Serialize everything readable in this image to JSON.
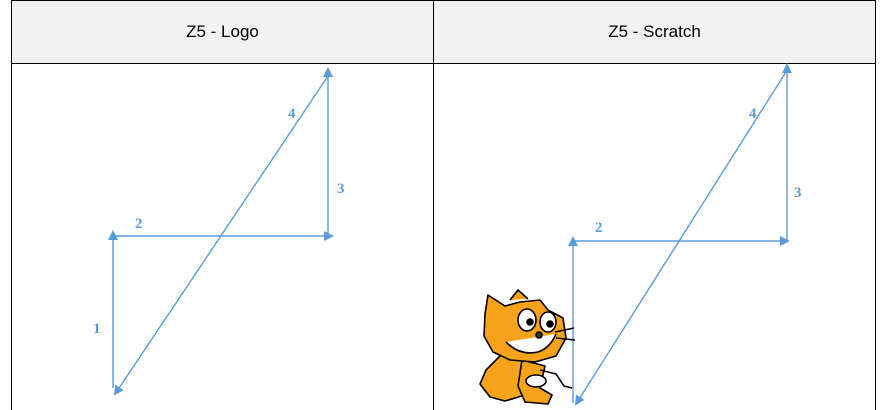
{
  "table": {
    "headers": [
      "Z5 - Logo",
      "Z5 - Scratch"
    ]
  },
  "diagram": {
    "line_color": "#5b9bd5",
    "step_labels": [
      "1",
      "2",
      "3",
      "4"
    ]
  },
  "sprite": {
    "icon": "scratch-cat-icon",
    "colors": {
      "body": "#f7a21b",
      "belly": "#ffffff",
      "outline": "#000000"
    }
  }
}
